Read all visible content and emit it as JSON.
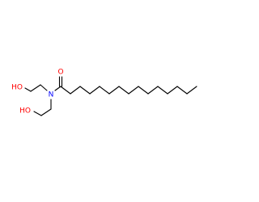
{
  "colors": {
    "background": "#ffffff",
    "bond": "#000000",
    "oxygen": "#ff0000",
    "nitrogen": "#0000ff"
  },
  "molecule": {
    "atoms": {
      "carbonyl_oxygen": "O",
      "amide_nitrogen": "N",
      "hydroxyl_upper": "HO",
      "hydroxyl_lower": "HO"
    }
  }
}
